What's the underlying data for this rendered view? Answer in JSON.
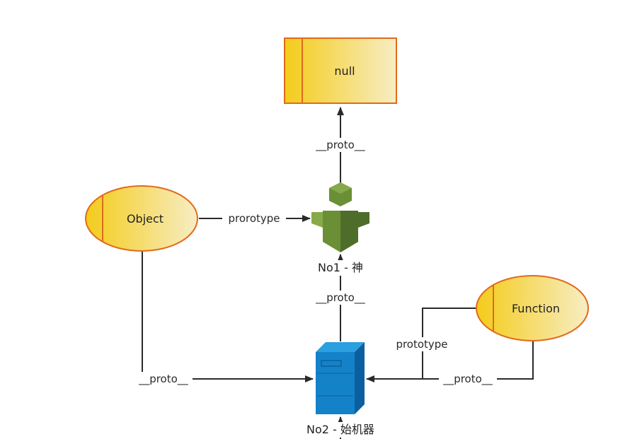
{
  "nodes": {
    "null_box": {
      "label": "null"
    },
    "object": {
      "label": "Object"
    },
    "function": {
      "label": "Function"
    },
    "god": {
      "label": "No1 - 神"
    },
    "machine": {
      "label": "No2 - 始机器"
    }
  },
  "edges": {
    "god_to_null": {
      "label": "__proto__"
    },
    "object_to_god": {
      "label": "prorotype"
    },
    "machine_to_god": {
      "label": "__proto__"
    },
    "object_to_machine": {
      "label": "__proto__"
    },
    "function_prototype": {
      "label": "prototype"
    },
    "function_proto": {
      "label": "__proto__"
    }
  },
  "colors": {
    "node_fill_start": "#f4cc1a",
    "node_fill_end": "#f6eab9",
    "node_stroke": "#e06a1c",
    "edge": "#2a2a2a",
    "god_dark": "#4f6d2a",
    "god_mid": "#6a8f35",
    "god_light": "#86a94a",
    "machine_dark": "#0b5f9e",
    "machine_mid": "#1482c8",
    "machine_light": "#2aa0e0"
  }
}
